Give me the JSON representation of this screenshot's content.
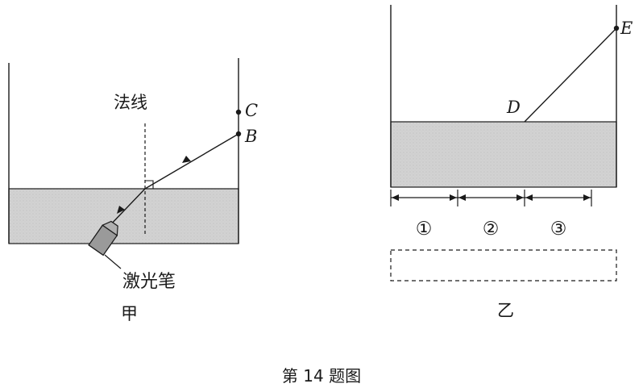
{
  "figure_a": {
    "normal_label": "法线",
    "point_c": "C",
    "point_b": "B",
    "laser_label": "激光笔",
    "caption": "甲"
  },
  "figure_b": {
    "point_d": "D",
    "point_e": "E",
    "segments": [
      "①",
      "②",
      "③"
    ],
    "caption": "乙"
  },
  "figure_caption": "第 14 题图",
  "colors": {
    "water": "#d2d2d2",
    "line": "#1a1a1a",
    "laser": "#9a9a9a"
  }
}
